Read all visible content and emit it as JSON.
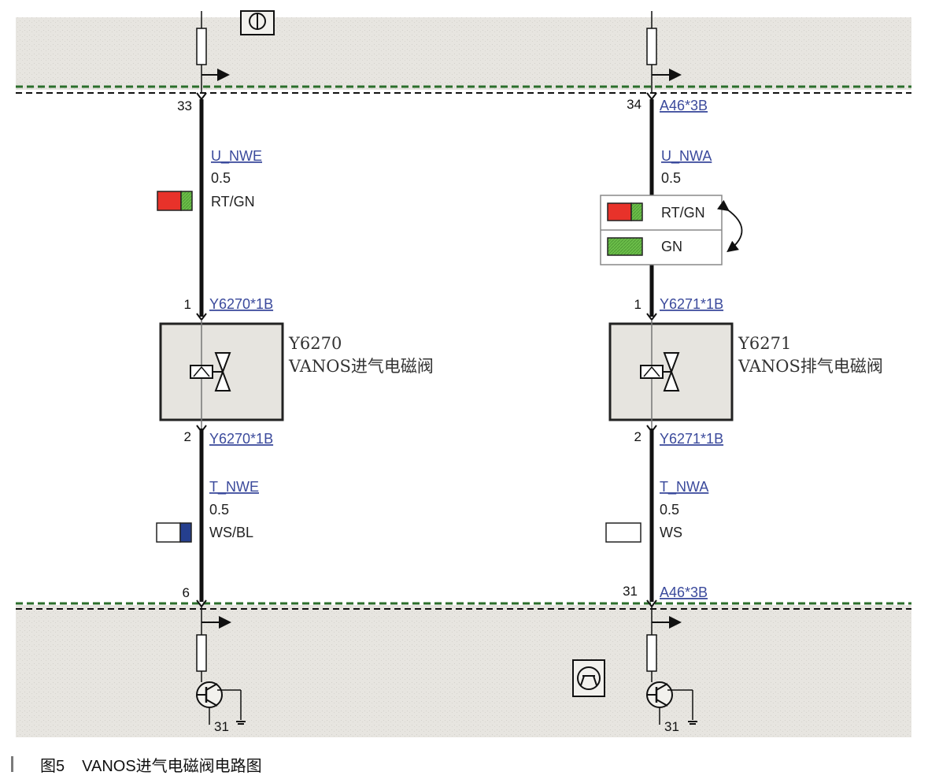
{
  "left_circuit": {
    "pin_top": "33",
    "signal": "U_NWE",
    "gauge_top": "0.5",
    "color_top": "RT/GN",
    "pin1": "1",
    "conn1": "Y6270*1B",
    "component_id": "Y6270",
    "component_name": "VANOS进气电磁阀",
    "pin2": "2",
    "conn2": "Y6270*1B",
    "signal_bottom": "T_NWE",
    "gauge_bottom": "0.5",
    "color_bottom": "WS/BL",
    "pin_bottom": "6",
    "ground": "31"
  },
  "right_circuit": {
    "pin_top": "34",
    "conn_top": "A46*3B",
    "signal": "U_NWA",
    "gauge_top": "0.5",
    "color_alt_1": "RT/GN",
    "color_alt_2": "GN",
    "pin1": "1",
    "conn1": "Y6271*1B",
    "component_id": "Y6271",
    "component_name": "VANOS排气电磁阀",
    "pin2": "2",
    "conn2": "Y6271*1B",
    "signal_bottom": "T_NWA",
    "gauge_bottom": "0.5",
    "color_bottom": "WS",
    "pin_bottom": "31",
    "conn_bottom": "A46*3B",
    "ground": "31"
  },
  "caption": {
    "figure_number": "图5",
    "title": "VANOS进气电磁阀电路图"
  },
  "colors": {
    "wire_red": "#e8322a",
    "wire_green": "#6cbf4a",
    "wire_blue": "#253f8e",
    "wire_white": "#ffffff",
    "module_fill": "#e6e4df",
    "link_text": "#3b4a9c"
  }
}
